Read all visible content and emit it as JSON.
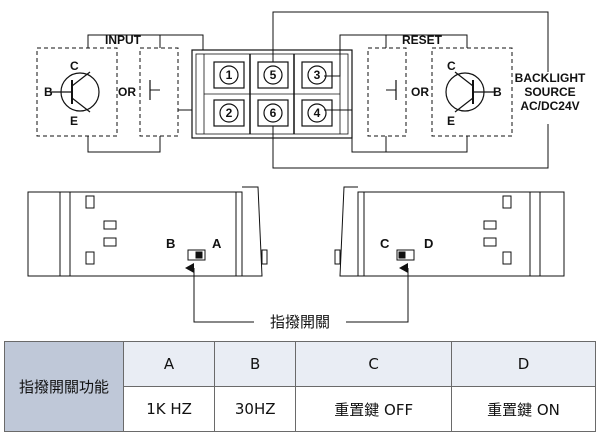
{
  "wiring": {
    "input_label": "INPUT",
    "reset_label": "RESET",
    "or_label": "OR",
    "transistor": {
      "b": "B",
      "c": "C",
      "e": "E"
    },
    "terminals": [
      "1",
      "2",
      "3",
      "4",
      "5",
      "6"
    ],
    "backlight": [
      "BACKLIGHT",
      "SOURCE",
      "AC/DC24V"
    ]
  },
  "switches": {
    "left": {
      "a": "A",
      "b": "B"
    },
    "right": {
      "c": "C",
      "d": "D"
    },
    "caption": "指撥開關"
  },
  "table": {
    "row_header": "指撥開關功能",
    "columns": [
      {
        "key": "A",
        "value": "1K HZ"
      },
      {
        "key": "B",
        "value": "30HZ"
      },
      {
        "key": "C",
        "value": "重置鍵 OFF"
      },
      {
        "key": "D",
        "value": "重置鍵 ON"
      }
    ]
  }
}
